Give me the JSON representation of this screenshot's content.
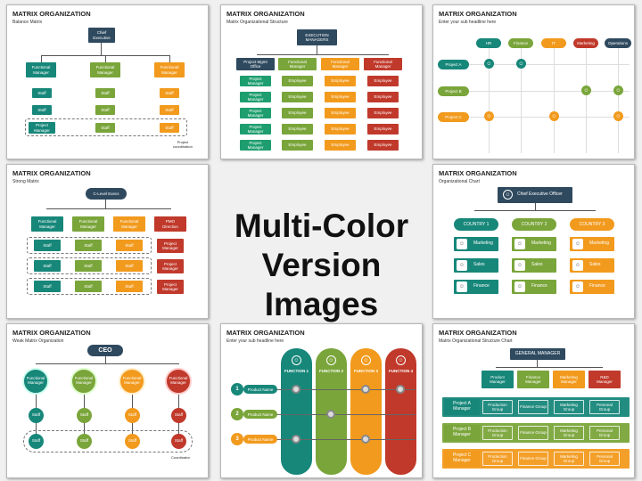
{
  "center": {
    "line1": "Multi-Color",
    "line2": "Version Images"
  },
  "s1": {
    "title": "MATRIX ORGANIZATION",
    "sub": "Balance Matrix",
    "chief": "Chief\nExecutive",
    "managers": [
      "Functional\nManager",
      "Functional\nManager",
      "Functional\nManager"
    ],
    "staff": "Staff",
    "pm": "Project\nManager",
    "coord": "Project\ncoordination"
  },
  "s2": {
    "title": "MATRIX ORGANIZATION",
    "sub": "Matrix Organizational Structure",
    "exec": "EXECUTION\nMANAGERS",
    "heads": [
      "Project Mgmt\nOffice",
      "Functional\nManager",
      "Functional\nManager",
      "Functional\nManager"
    ],
    "pm": "Project\nManager",
    "emp": "Employee"
  },
  "s3": {
    "title": "MATRIX ORGANIZATION",
    "sub": "Enter your sub headline here",
    "depts": [
      "HR",
      "Finance",
      "IT",
      "Marketing",
      "Operations"
    ],
    "projects": [
      "Project A",
      "Project B",
      "Project C"
    ]
  },
  "s4": {
    "title": "MATRIX ORGANIZATION",
    "sub": "Strong Matrix",
    "top": "C-Level Execs",
    "heads": [
      "Functional\nManager",
      "Functional\nManager",
      "Functional\nManager",
      "PMO\nDirection"
    ],
    "staff": "Staff",
    "pm": "Project\nManager"
  },
  "s5": {
    "title": "MATRIX ORGANIZATION",
    "sub": "Organizational Chart",
    "ceo": "Chief Executive Officer",
    "countries": [
      "COUNTRY 1",
      "COUNTRY 2",
      "COUNTRY 3"
    ],
    "funcs": [
      "Marketing",
      "Sales",
      "Finance"
    ]
  },
  "s6": {
    "title": "MATRIX ORGANIZATION",
    "sub": "Weak Matrix Organization",
    "ceo": "CEO",
    "managers": [
      "Functional\nManager",
      "Functional\nManager",
      "Functional\nManager",
      "Functional\nManager"
    ],
    "staff": "Staff",
    "coord": "Coordinator"
  },
  "s7": {
    "title": "MATRIX ORGANIZATION",
    "sub": "Enter your sub headline here",
    "funcs": [
      "FUNCTION 1",
      "FUNCTION 2",
      "FUNCTION 3",
      "FUNCTION 4"
    ],
    "products": [
      "Product Name",
      "Product Name",
      "Product Name"
    ],
    "nums": [
      "1",
      "2",
      "3"
    ]
  },
  "s8": {
    "title": "MATRIX ORGANIZATION",
    "sub": "Matrix Organizational Structure Chart",
    "gm": "GENERAL MANAGER",
    "heads": [
      "Product\nManager",
      "Finance\nManager",
      "Marketing\nManager",
      "R&D\nManager"
    ],
    "rows": [
      {
        "label": "Project A\nManager",
        "cells": [
          "Production\nGroup",
          "Finance Group",
          "Marketing\nGroup",
          "Personal\nGroup"
        ]
      },
      {
        "label": "Project B\nManager",
        "cells": [
          "Production\nGroup",
          "Finance Group",
          "Marketing\nGroup",
          "Personal\nGroup"
        ]
      },
      {
        "label": "Project C\nManager",
        "cells": [
          "Production\nGroup",
          "Finance Group",
          "Marketing\nGroup",
          "Personal\nGroup"
        ]
      }
    ]
  },
  "colors": {
    "navy": "#2f4a5f",
    "teal": "#17877a",
    "green": "#7aa53a",
    "orange": "#f29a1d",
    "red": "#c0392b"
  }
}
